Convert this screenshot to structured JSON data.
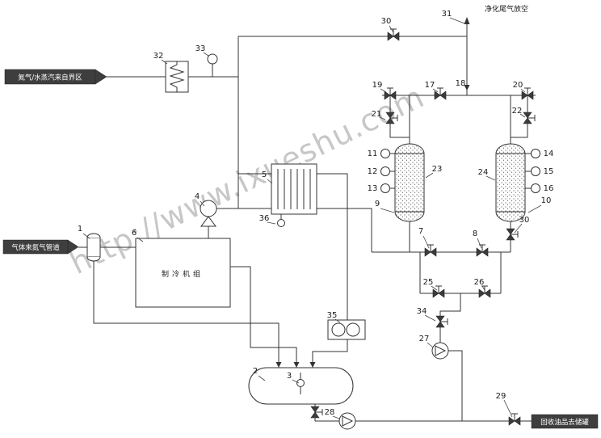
{
  "labels": {
    "feed_top": "氮气/水蒸汽来自界区",
    "vent_out": "净化尾气放空",
    "feed_left": "气体来氮气管道",
    "oil_out": "回收油品去储罐",
    "refrigeration_unit": "制冷机组",
    "watermark": "http://www.ixueshu.com"
  },
  "tags": {
    "n1": "1",
    "n2": "2",
    "n3": "3",
    "n4": "4",
    "n5": "5",
    "n6": "6",
    "n7": "7",
    "n8": "8",
    "n9": "9",
    "n10": "10",
    "n11": "11",
    "n12": "12",
    "n13": "13",
    "n14": "14",
    "n15": "15",
    "n16": "16",
    "n17": "17",
    "n18": "18",
    "n19": "19",
    "n20": "20",
    "n21": "21",
    "n22": "22",
    "n23": "23",
    "n24": "24",
    "n25": "25",
    "n26": "26",
    "n27": "27",
    "n28": "28",
    "n29": "29",
    "n30_top": "30",
    "n30_right": "30",
    "n31": "31",
    "n32": "32",
    "n33": "33",
    "n34": "34",
    "n35": "35",
    "n36": "36"
  }
}
